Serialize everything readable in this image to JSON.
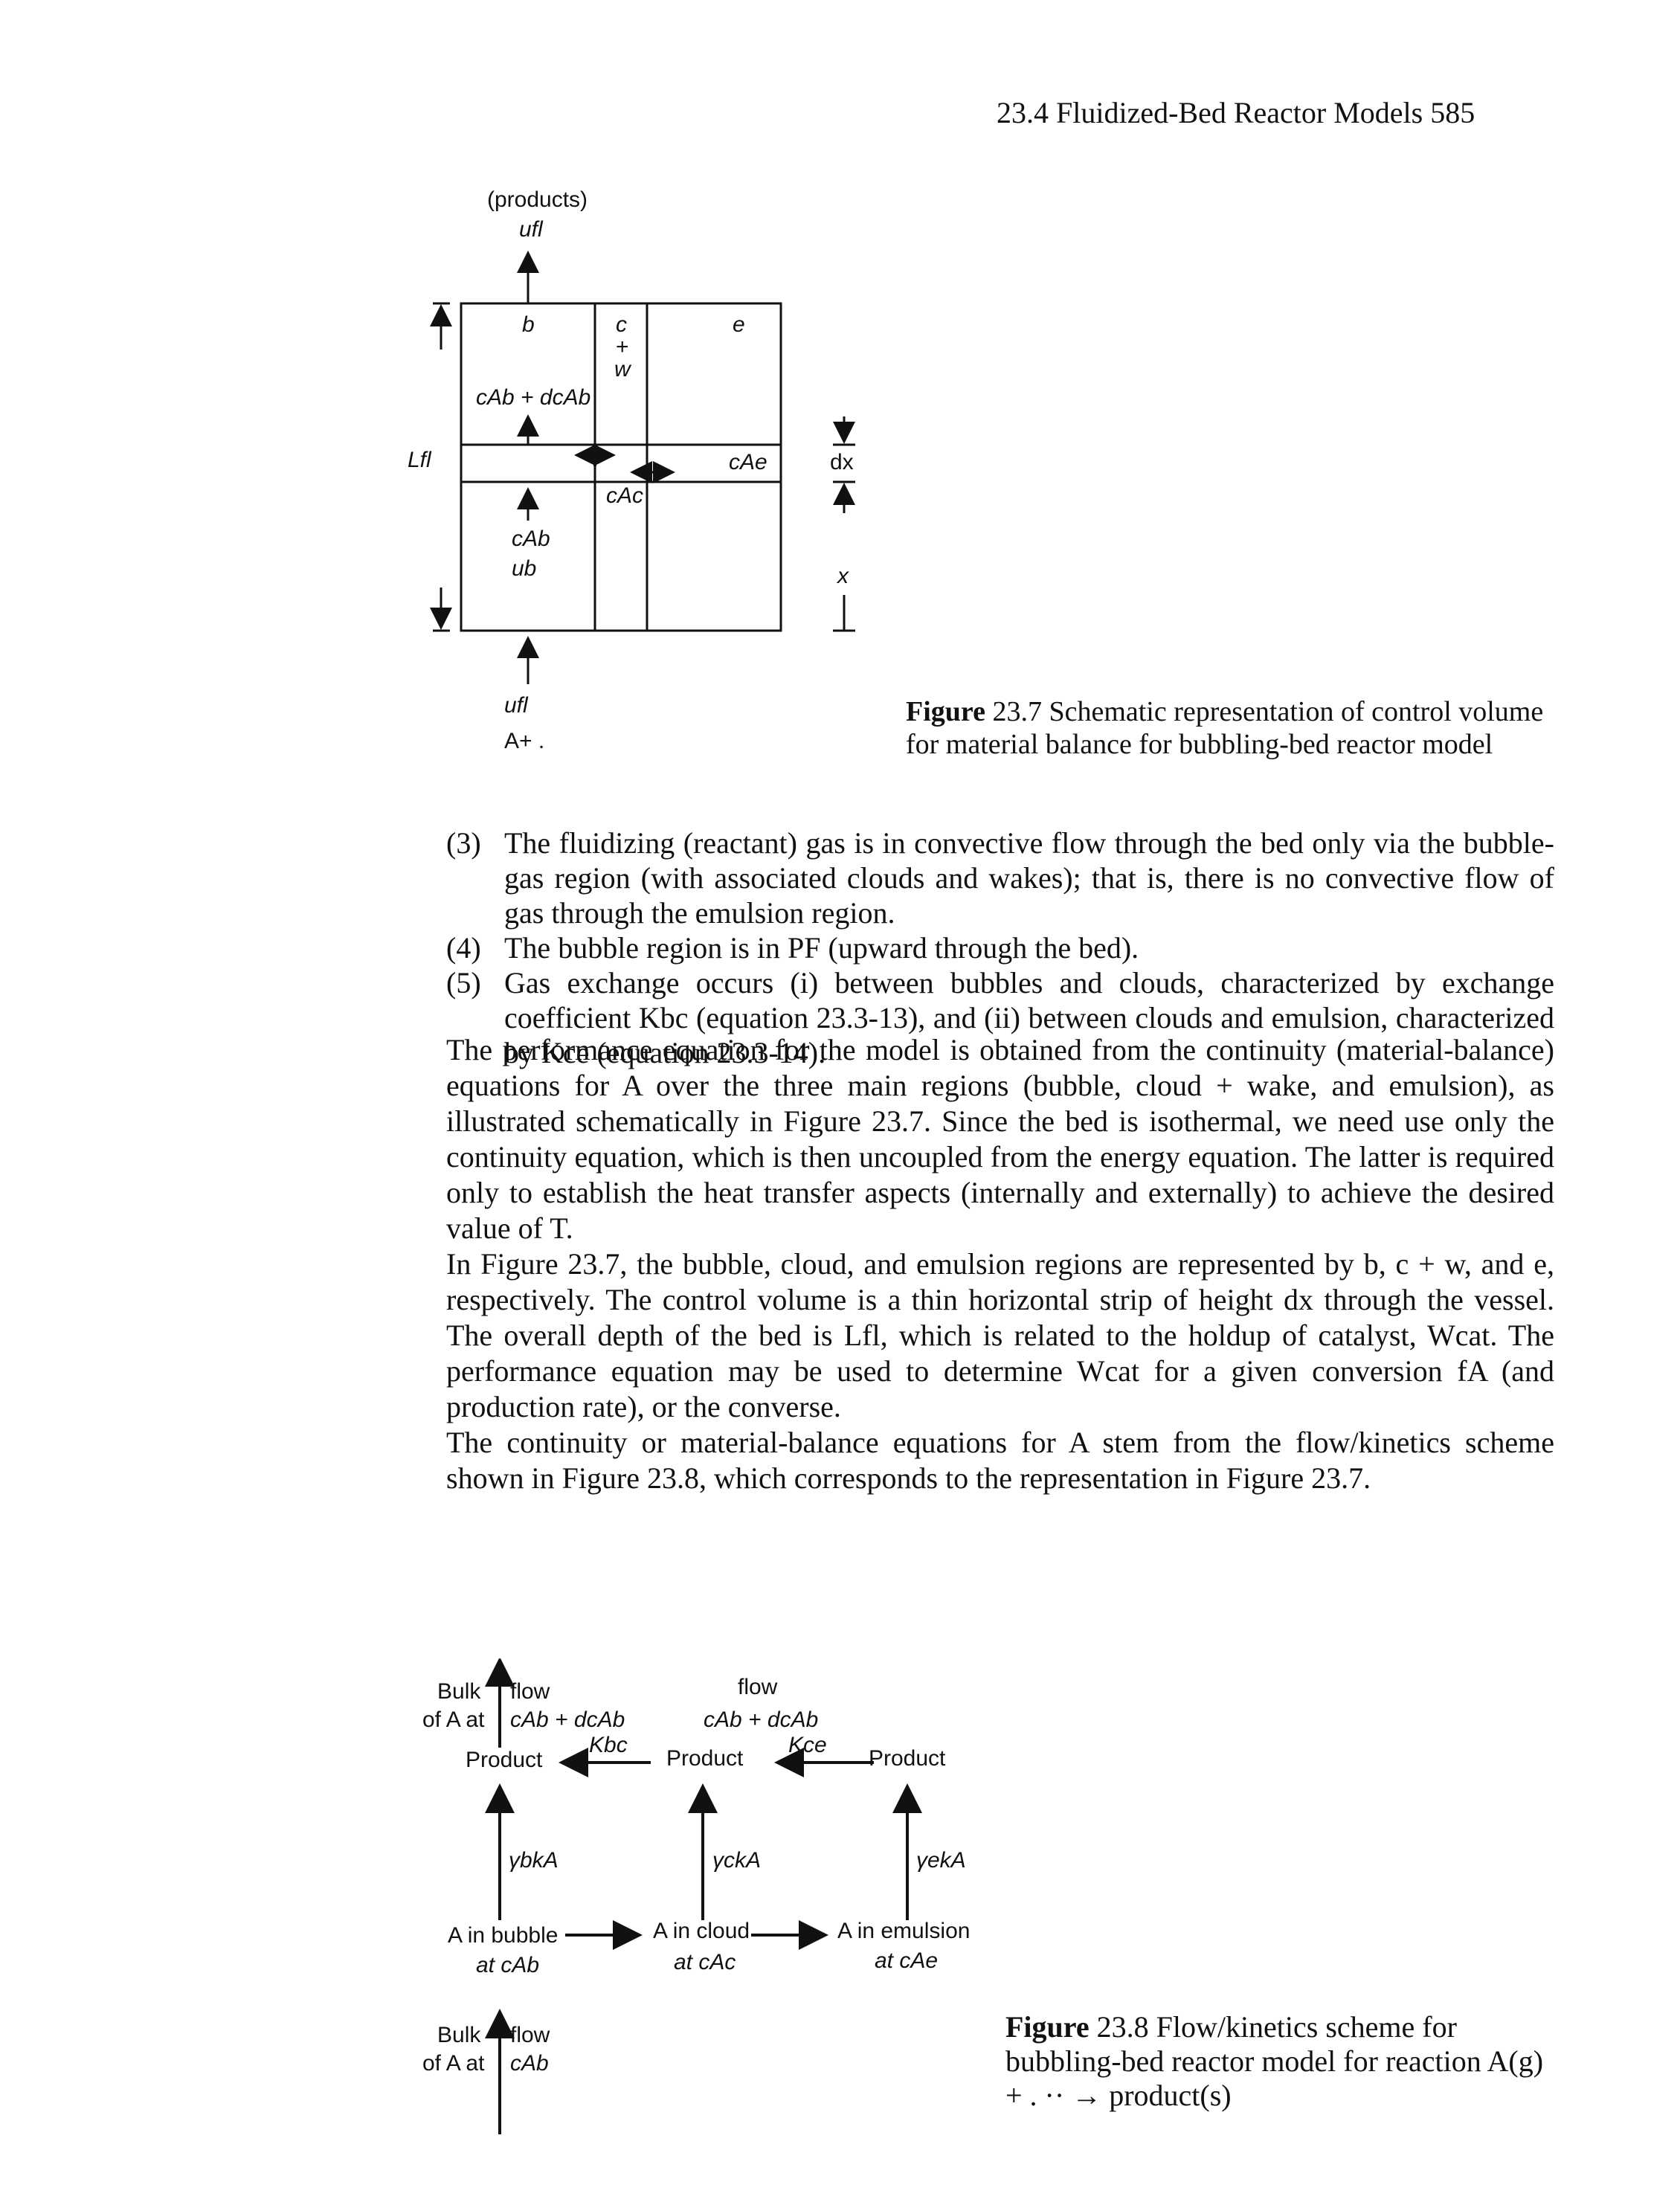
{
  "header": {
    "running_head": "23.4 Fluidized-Bed Reactor Models 585"
  },
  "figure_23_7": {
    "labels": {
      "products": "(products)",
      "ufl_top": "ufl",
      "b": "b",
      "c": "c",
      "plus": "+",
      "w": "w",
      "e": "e",
      "cab_dcab": "cAb + dcAb",
      "lfl": "Lfl",
      "cae": "cAe",
      "dx": "dx",
      "cac": "cAc",
      "cab": "cAb",
      "ub": "ub",
      "x": "x",
      "ufl_bottom": "ufl",
      "a_plus": "A+ ."
    },
    "caption_bold": "Figure",
    "caption_text": "23.7 Schematic representation of control volume for material balance for bubbling-bed reactor model"
  },
  "list_items": [
    {
      "num": "(3)",
      "text": "The fluidizing (reactant) gas is in convective flow through the bed only via the bubble-gas region (with associated clouds and wakes); that is, there is no convective flow of gas through the emulsion region."
    },
    {
      "num": "(4)",
      "text": "The bubble region is in PF (upward through the bed)."
    },
    {
      "num": "(5)",
      "text": "Gas exchange occurs (i) between bubbles and clouds, characterized by exchange coefficient Kbc (equation 23.3-13), and (ii) between clouds and emulsion, characterized by Kce (equation 23.3-14)."
    }
  ],
  "paragraphs": [
    "The performance equation for the model is obtained from the continuity (material-balance) equations for A over the three main regions (bubble, cloud + wake, and emulsion), as illustrated schematically in Figure 23.7. Since the bed is isothermal, we need use only the continuity equation, which is then uncoupled from the energy equation. The latter is required only to establish the heat transfer aspects (internally and externally) to achieve the desired value of T.",
    "In Figure 23.7, the bubble, cloud, and emulsion regions are represented by b, c + w, and e, respectively. The control volume is a thin horizontal strip of height dx through the vessel. The overall depth of the bed is Lfl, which is related to the holdup of catalyst, Wcat. The performance equation may be used to determine Wcat for a given conversion fA (and production rate), or the converse.",
    "The continuity or material-balance equations for A stem from the flow/kinetics scheme shown in Figure 23.8, which corresponds to the representation in Figure 23.7."
  ],
  "figure_23_8": {
    "labels": {
      "bulk_top": "Bulk",
      "of_a_at_top": "of A at",
      "flow_left": "flow",
      "cab_dcab_left": "cAb + dcAb",
      "flow_mid": "flow",
      "cab_dcab_mid": "cAb + dcAb",
      "kbc": "Kbc",
      "kce": "Kce",
      "product_left": "Product",
      "product_mid": "Product",
      "product_right": "Product",
      "gb_ka": "γbkA",
      "gc_ka": "γckA",
      "ge_ka": "γekA",
      "a_in_bubble": "A in bubble",
      "at_cab": "at cAb",
      "a_in_cloud": "A in cloud",
      "at_cac": "at cAc",
      "a_in_emulsion": "A in emulsion",
      "at_cae": "at cAe",
      "bulk_bottom": "Bulk",
      "of_a_at_bottom": "of A at",
      "flow_bottom": "flow",
      "cab_bottom": "cAb"
    },
    "caption_bold": "Figure",
    "caption_text": "23.8 Flow/kinetics scheme for bubbling-bed reactor model for reaction A(g) + . ·· → product(s)"
  }
}
